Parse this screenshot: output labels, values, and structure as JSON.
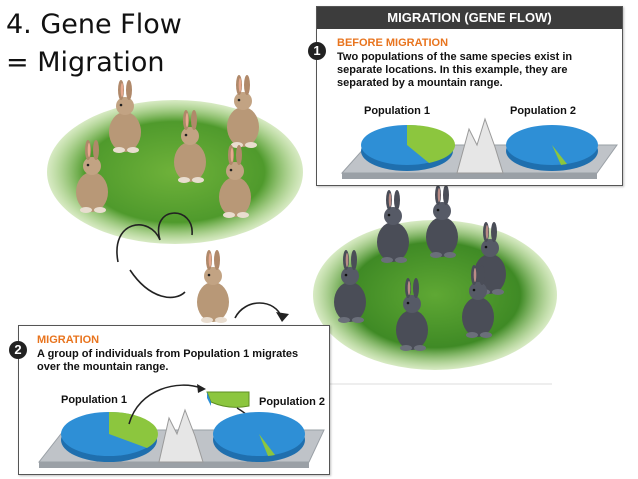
{
  "slide": {
    "title_line1": "4. Gene Flow",
    "title_line2": "= Migration"
  },
  "panel1": {
    "header": "MIGRATION (GENE FLOW)",
    "step": "1",
    "heading": "BEFORE MIGRATION",
    "description_lines": [
      "Two populations of the same species exist in",
      "separate locations. In this example, they are",
      "separated by a mountain range."
    ],
    "population1_label": "Population 1",
    "population2_label": "Population 2"
  },
  "panel2": {
    "step": "2",
    "heading": "MIGRATION",
    "description_lines": [
      "A group of individuals from Population 1 migrates",
      "over the mountain range."
    ],
    "population1_label": "Population 1",
    "population2_label": "Population 2"
  },
  "colors": {
    "pie_blue": "#2e8fd6",
    "pie_green": "#8cc63e",
    "accent_orange": "#e8741e",
    "header_dark": "#3c3c3c",
    "grass": "#4f9a2c",
    "brown_rabbit": "#b89877",
    "gray_rabbit": "#4a4d57"
  },
  "icons": {
    "migration_arrow": "migration-path-arrow",
    "mountain": "mountain-range-icon",
    "rabbit": "rabbit-illustration"
  }
}
